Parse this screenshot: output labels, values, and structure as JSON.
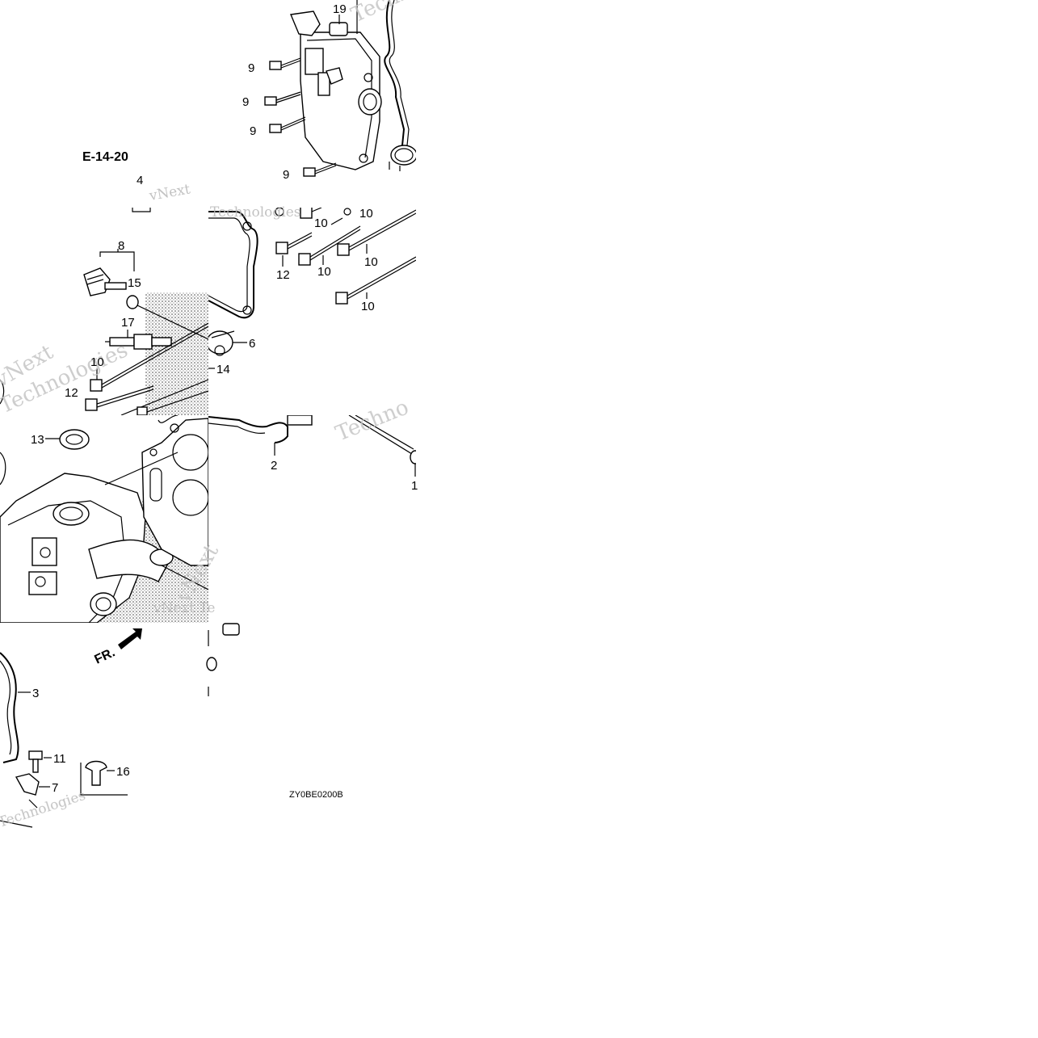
{
  "reference": "E-14-20",
  "diagram_code": "ZY0BE0200B",
  "front_label": "FR.",
  "watermark": {
    "line1": "vNext",
    "line2": "Technologies",
    "fragment_tech": "Techno",
    "fragment_vnext": "vNext Te",
    "fragment_small": "vNext"
  },
  "callouts": {
    "c1": "1",
    "c2": "2",
    "c3": "3",
    "c4": "4",
    "c6": "6",
    "c7": "7",
    "c8": "8",
    "c9a": "9",
    "c9b": "9",
    "c9c": "9",
    "c9d": "9",
    "c10a": "10",
    "c10b": "10",
    "c10c": "10",
    "c10d": "10",
    "c10e": "10",
    "c10f": "10",
    "c11": "11",
    "c12a": "12",
    "c12b": "12",
    "c13": "13",
    "c14": "14",
    "c15": "15",
    "c16": "16",
    "c17": "17",
    "c19": "19"
  }
}
